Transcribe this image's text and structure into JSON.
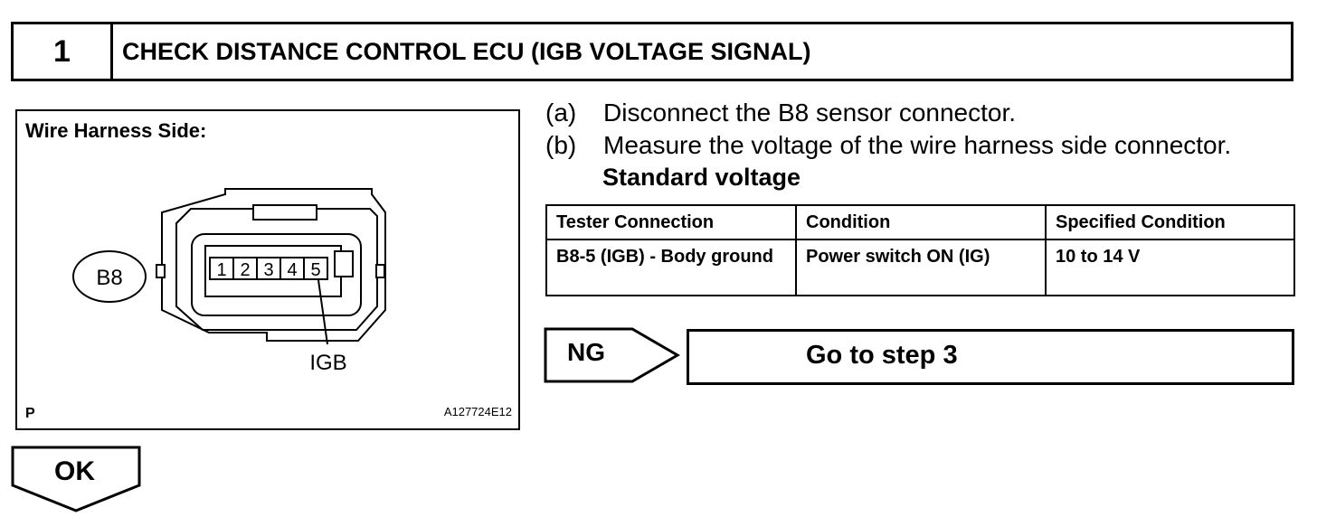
{
  "step": {
    "number": "1",
    "title": "CHECK DISTANCE CONTROL ECU (IGB VOLTAGE SIGNAL)"
  },
  "figure": {
    "caption": "Wire Harness Side:",
    "connector_label": "B8",
    "pins": [
      "1",
      "2",
      "3",
      "4",
      "5"
    ],
    "pin_callout": "IGB",
    "corner_letter": "P",
    "figure_code": "A127724E12"
  },
  "instructions": [
    {
      "label": "(a)",
      "text": "Disconnect the B8 sensor connector."
    },
    {
      "label": "(b)",
      "text": "Measure the voltage of the wire harness side connector."
    }
  ],
  "standard_heading": "Standard voltage",
  "table": {
    "headers": [
      "Tester Connection",
      "Condition",
      "Specified Condition"
    ],
    "rows": [
      [
        "B8-5 (IGB) - Body ground",
        "Power switch ON (IG)",
        "10 to 14 V"
      ]
    ]
  },
  "ng": {
    "label": "NG",
    "action": "Go to step 3"
  },
  "ok": {
    "label": "OK"
  }
}
